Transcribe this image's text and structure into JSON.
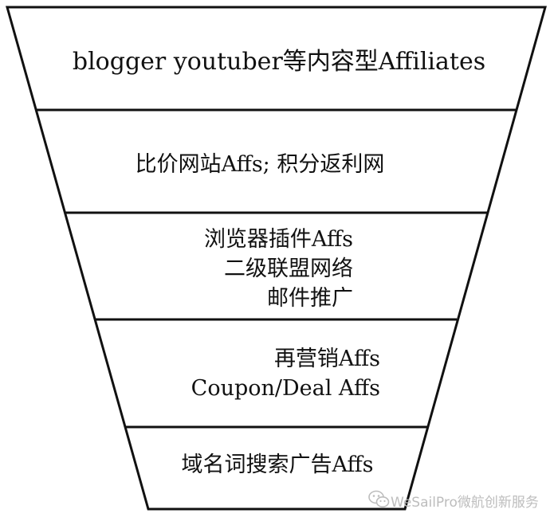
{
  "funnel": {
    "segments": [
      {
        "lines": [
          "blogger youtuber等内容型Affiliates"
        ]
      },
      {
        "lines": [
          "比价网站Affs; 积分返利网"
        ]
      },
      {
        "lines": [
          "浏览器插件Affs",
          "二级联盟网络",
          "邮件推广"
        ]
      },
      {
        "lines": [
          "再营销Affs",
          "Coupon/Deal Affs"
        ]
      },
      {
        "lines": [
          "域名词搜索广告Affs"
        ]
      }
    ]
  },
  "watermark": {
    "text": "WeSailPro微航创新服务",
    "icon": "wechat-icon"
  }
}
